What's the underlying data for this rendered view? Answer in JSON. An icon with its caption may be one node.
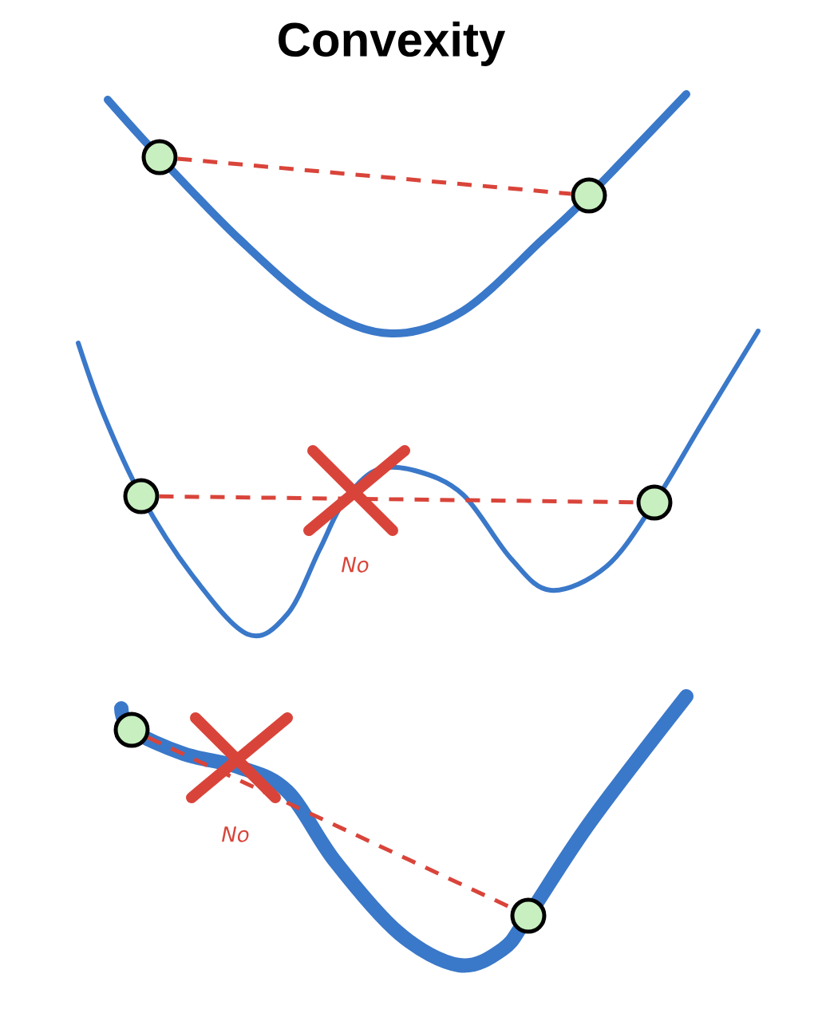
{
  "diagram": {
    "title": "Convexity",
    "nodes": [
      {
        "text": [],
        "shape": "circle"
      },
      {
        "text": [],
        "shape": "circle"
      },
      {
        "text": [],
        "shape": "circle"
      },
      {
        "text": [],
        "shape": "circle"
      },
      {
        "text": [],
        "shape": "circle"
      },
      {
        "text": [],
        "shape": "circle"
      }
    ],
    "edges": [
      {
        "from": 0,
        "to": 1,
        "arrow": "none",
        "style": "dashed"
      },
      {
        "from": 2,
        "to": 3,
        "arrow": "none",
        "style": "dashed"
      },
      {
        "from": 4,
        "to": 5,
        "arrow": "none",
        "style": "dashed"
      }
    ],
    "labels": [
      "No",
      "No"
    ]
  }
}
